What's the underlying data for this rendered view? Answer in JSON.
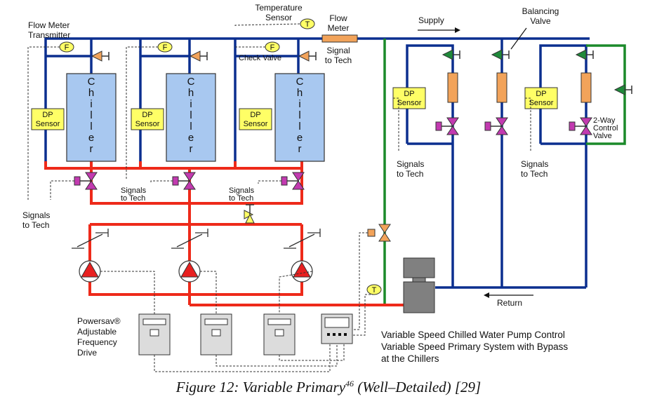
{
  "colors": {
    "chilled_supply": "#0b2f8f",
    "return_hot": "#ee2a1a",
    "bypass": "#1b8a2a",
    "chiller_fill": "#a8c8f0",
    "sensor_fill": "#ffff66",
    "valve_magenta": "#c23ab0",
    "flow_meter": "#f2a35a",
    "balancing_valve": "#1f8a3a",
    "pump_red": "#e82020",
    "vfd_gray": "#dcdcdc"
  },
  "labels": {
    "flow_meter_transmitter": [
      "Flow Meter",
      "Transmitter"
    ],
    "temperature_sensor": [
      "Temperature",
      "Sensor"
    ],
    "flow_meter": [
      "Flow",
      "Meter"
    ],
    "signal_to_tech": [
      "Signal",
      "to Tech"
    ],
    "supply": "Supply",
    "balancing_valve": [
      "Balancing",
      "Valve"
    ],
    "check_valve": "Check Valve",
    "chiller_letters": [
      "C",
      "h",
      "i",
      "l",
      "l",
      "e",
      "r"
    ],
    "dp_sensor": [
      "DP",
      "Sensor"
    ],
    "signals_to_tech": [
      "Signals",
      "to Tech"
    ],
    "signals_to_tech_small": [
      "Signals",
      "to Tech"
    ],
    "two_way_control_valve": [
      "2-Way",
      "Control",
      "Valve"
    ],
    "flow_letter": "F",
    "temp_letter": "T",
    "return": "Return",
    "vfd": [
      "Powersav®",
      "Adjustable",
      "Frequency",
      "Drive"
    ],
    "system_description": [
      "Variable Speed Chilled Water Pump Control",
      "Variable Speed Primary System with Bypass",
      "at the Chillers"
    ]
  },
  "caption": {
    "prefix": "Figure 12: Variable Primary",
    "superscript": "46",
    "suffix": " (Well–Detailed) [29]"
  }
}
